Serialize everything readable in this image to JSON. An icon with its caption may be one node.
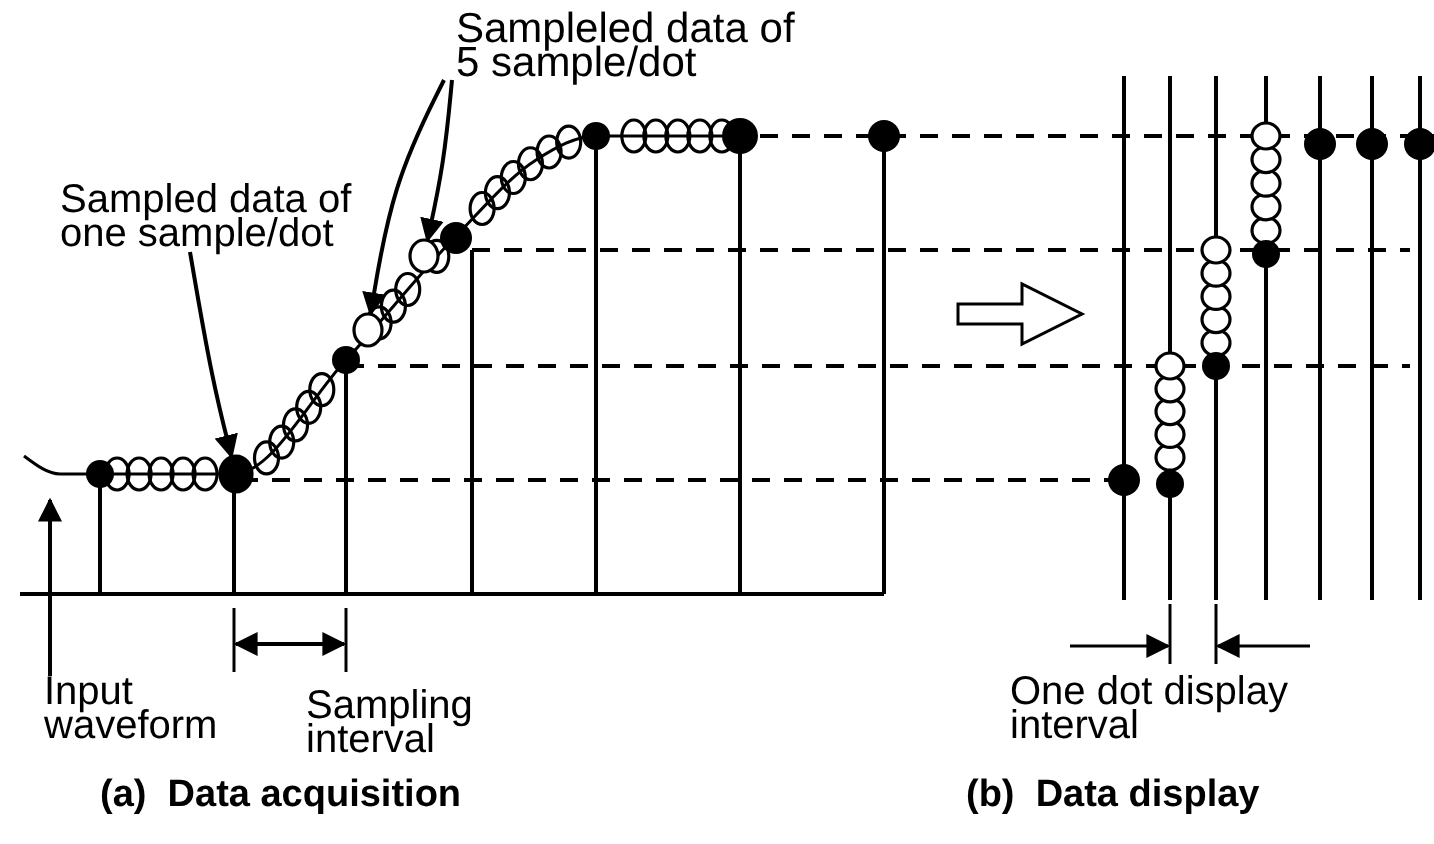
{
  "diagram": {
    "nodes": [
      {
        "text": [
          "Sampled data of one sample/dot"
        ]
      },
      {
        "text": [],
        "shape": "circle"
      },
      {
        "text": [
          "Sampleled data of 5 sample/dot"
        ]
      },
      {
        "text": [],
        "shape": "circle"
      },
      {
        "text": [],
        "shape": "circle"
      },
      {
        "text": [
          "Input waveform"
        ]
      }
    ],
    "edges": [
      {
        "from": 0,
        "to": 1,
        "arrow": "to"
      },
      {
        "from": 2,
        "to": 3,
        "arrow": "to"
      },
      {
        "from": 2,
        "to": 4,
        "arrow": "to"
      },
      {
        "from": 5,
        "to": null,
        "arrow": "to"
      }
    ],
    "labels": [
      "Sampling interval",
      "One dot display interval",
      "(a)  Data acquisition",
      "(b)  Data display"
    ]
  }
}
